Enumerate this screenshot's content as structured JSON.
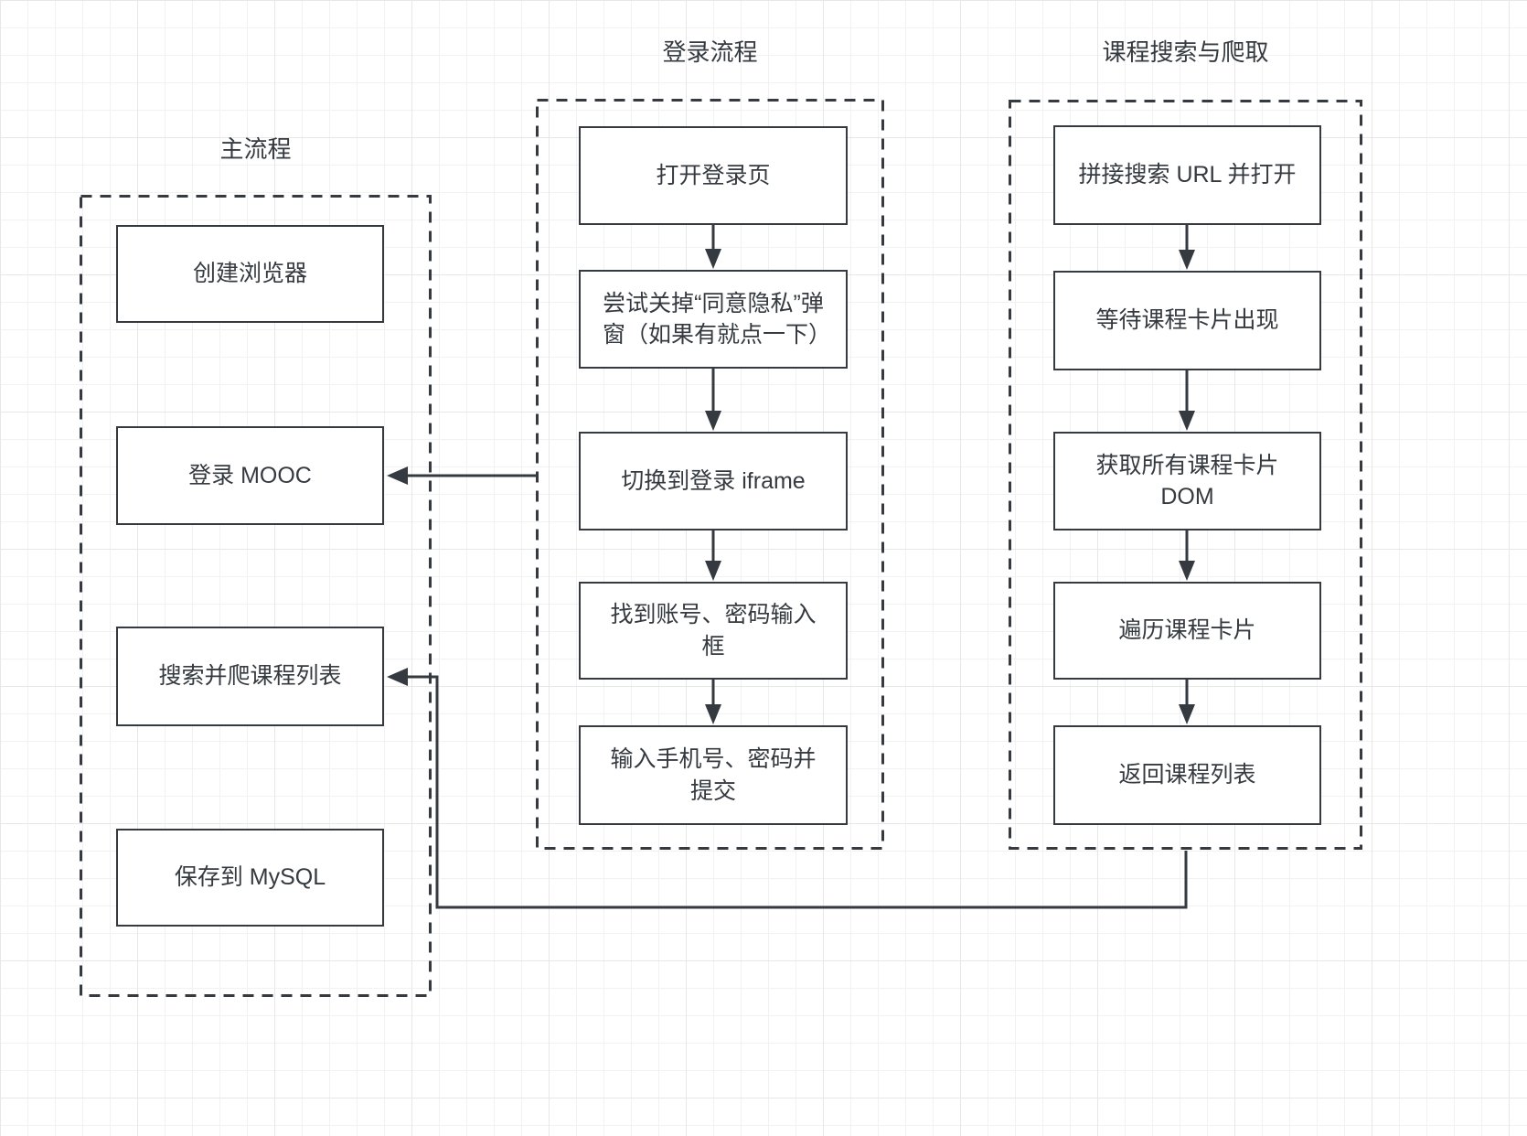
{
  "diagram": {
    "colors": {
      "stroke": "#343a40",
      "text": "#343a40",
      "node_fill": "#ffffff",
      "grid_minor": "#f2f2f2",
      "grid_major": "#e7e7e7",
      "background": "#ffffff"
    },
    "groups": [
      {
        "title": "主流程",
        "nodes": [
          {
            "label": "创建浏览器"
          },
          {
            "label": "登录 MOOC"
          },
          {
            "label": "搜索并爬课程列表"
          },
          {
            "label": "保存到 MySQL"
          }
        ]
      },
      {
        "title": "登录流程",
        "nodes": [
          {
            "label": "打开登录页"
          },
          {
            "label": "尝试关掉“同意隐私”弹窗（如果有就点一下）"
          },
          {
            "label": "切换到登录 iframe"
          },
          {
            "label": "找到账号、密码输入框"
          },
          {
            "label": "输入手机号、密码并提交"
          }
        ]
      },
      {
        "title": "课程搜索与爬取",
        "nodes": [
          {
            "label": "拼接搜索 URL 并打开"
          },
          {
            "label": "等待课程卡片出现"
          },
          {
            "label": "获取所有课程卡片 DOM"
          },
          {
            "label": "遍历课程卡片"
          },
          {
            "label": "返回课程列表"
          }
        ]
      }
    ],
    "edges": [
      {
        "from": "打开登录页",
        "to": "尝试关掉“同意隐私”弹窗（如果有就点一下）",
        "type": "arrow"
      },
      {
        "from": "尝试关掉“同意隐私”弹窗（如果有就点一下）",
        "to": "切换到登录 iframe",
        "type": "arrow"
      },
      {
        "from": "切换到登录 iframe",
        "to": "找到账号、密码输入框",
        "type": "arrow"
      },
      {
        "from": "找到账号、密码输入框",
        "to": "输入手机号、密码并提交",
        "type": "arrow"
      },
      {
        "from": "拼接搜索 URL 并打开",
        "to": "等待课程卡片出现",
        "type": "arrow"
      },
      {
        "from": "等待课程卡片出现",
        "to": "获取所有课程卡片 DOM",
        "type": "arrow"
      },
      {
        "from": "获取所有课程卡片 DOM",
        "to": "遍历课程卡片",
        "type": "arrow"
      },
      {
        "from": "遍历课程卡片",
        "to": "返回课程列表",
        "type": "arrow"
      },
      {
        "from": "登录流程",
        "to": "登录 MOOC",
        "type": "arrow"
      },
      {
        "from": "课程搜索与爬取",
        "to": "搜索并爬课程列表",
        "type": "arrow"
      }
    ]
  }
}
